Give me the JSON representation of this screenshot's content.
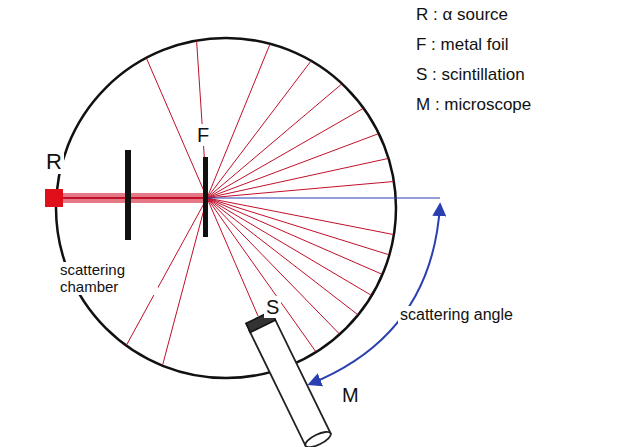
{
  "diagram": {
    "labels": [
      "R",
      "F",
      "S",
      "M",
      "scattering chamber",
      "scattering angle",
      "R : α source",
      "F : metal foil",
      "S : scintillation",
      "M : microscope"
    ]
  }
}
